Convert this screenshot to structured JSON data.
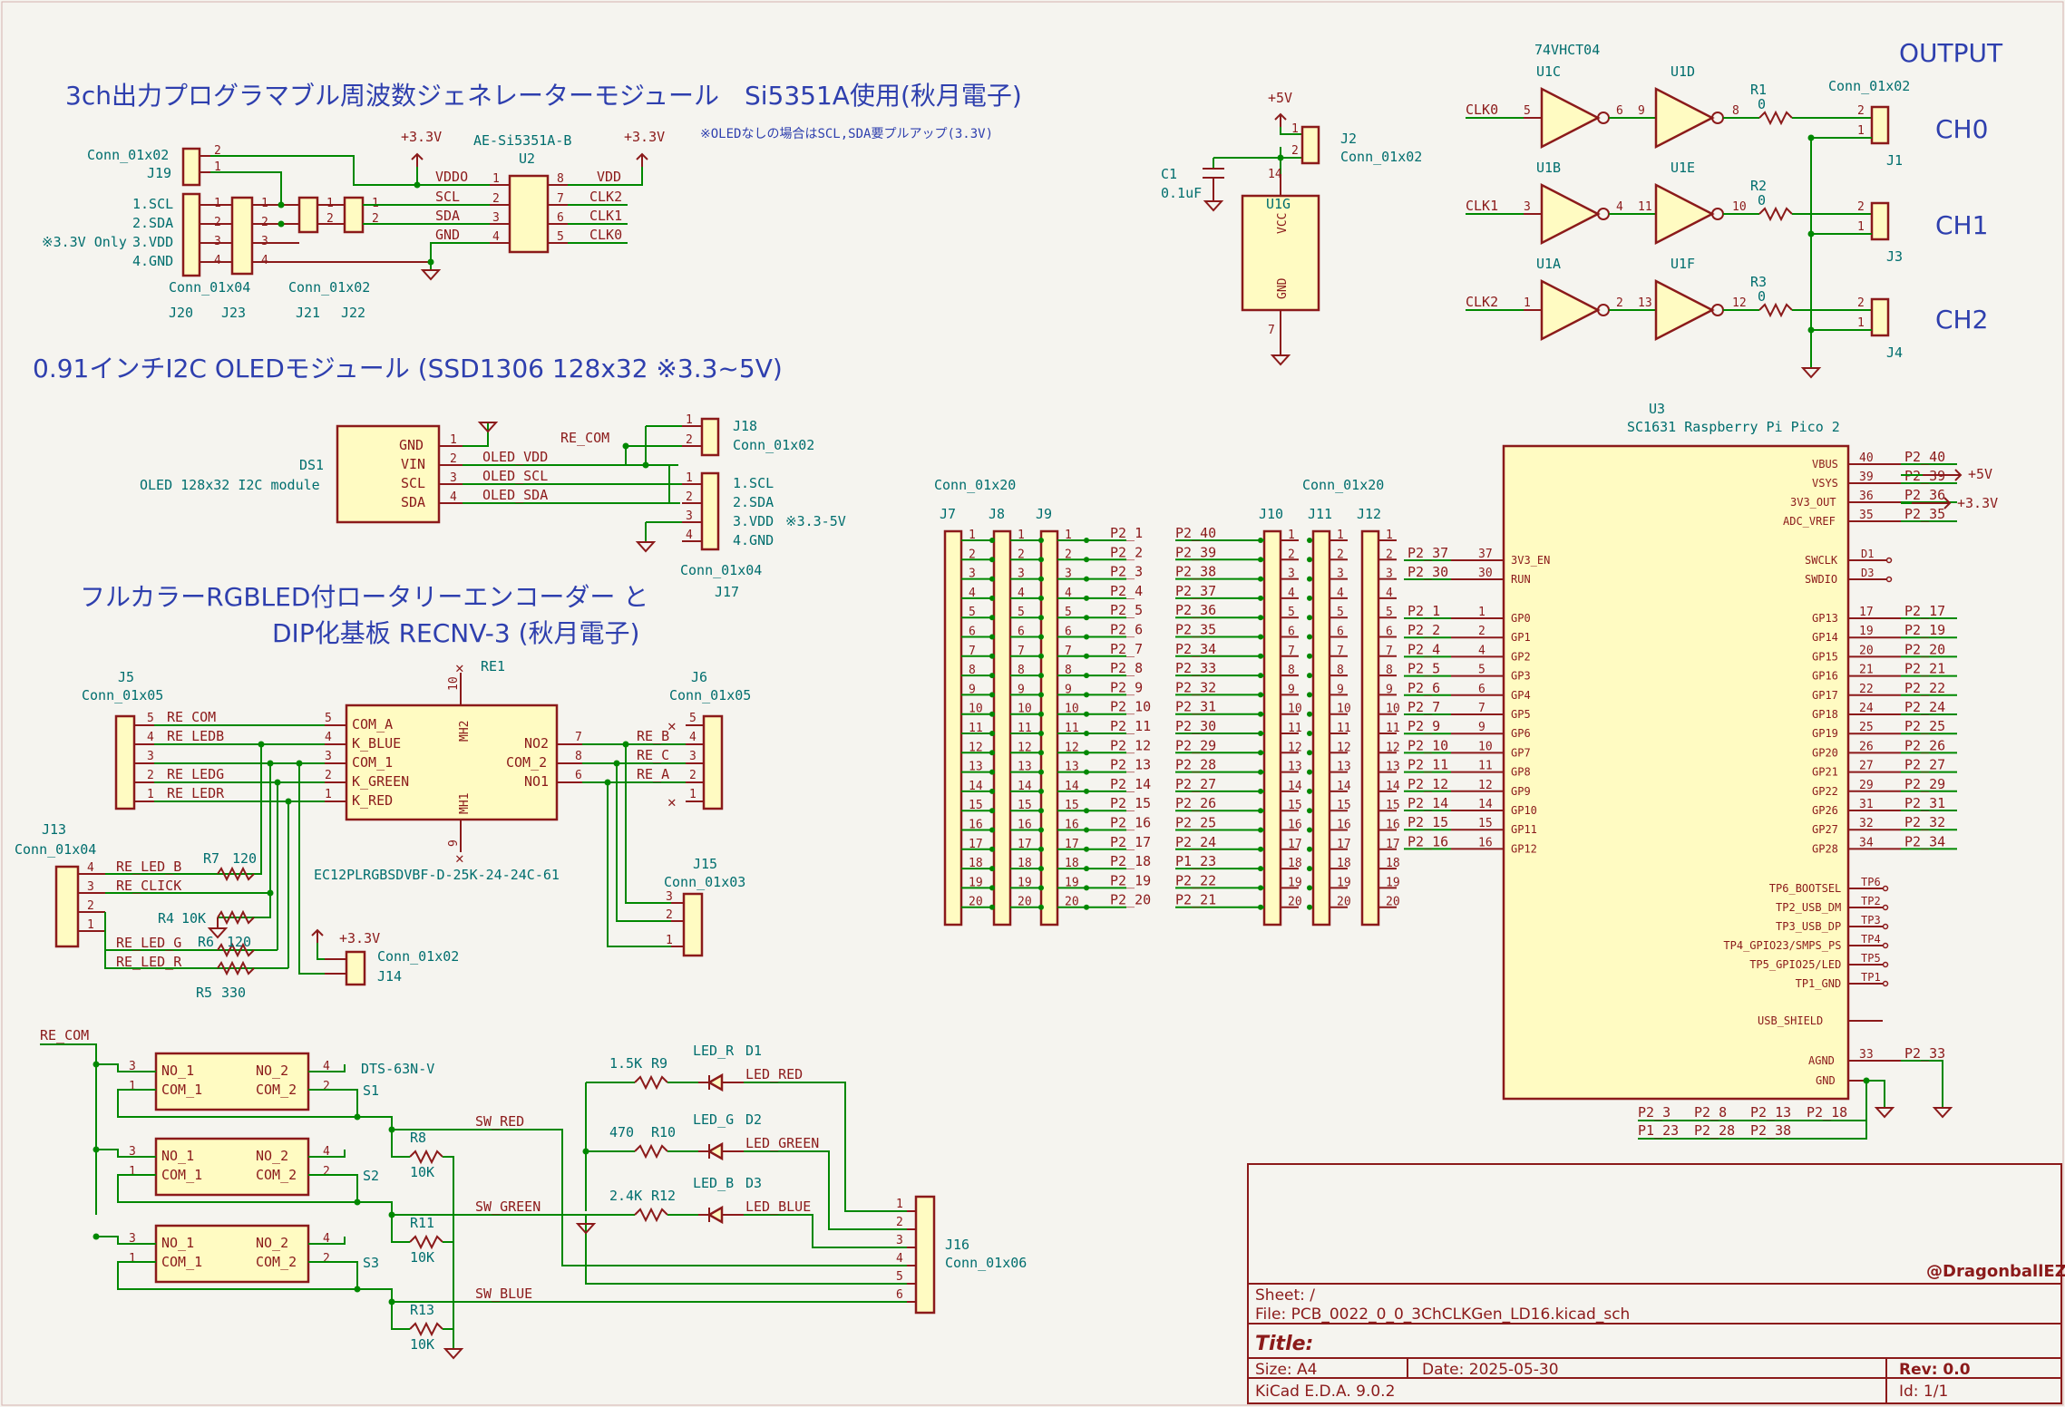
{
  "titles": {
    "clkgen": "3ch出力プログラマブル周波数ジェネレーターモジュール　Si5351A使用(秋月電子)",
    "oled": "0.91インチI2C OLEDモジュール (SSD1306 128x32 ※3.3~5V)",
    "encoder_line1": "フルカラーRGBLED付ロータリーエンコーダー と",
    "encoder_line2": "DIP化基板 RECNV-3 (秋月電子)",
    "output": "OUTPUT",
    "ch0": "CH0",
    "ch1": "CH1",
    "ch2": "CH2",
    "oled_note": "※OLEDなしの場合はSCL,SDA要プルアップ(3.3V)"
  },
  "clkgen": {
    "j19_value": "Conn_01x02",
    "j19_ref": "J19",
    "j20_labels": [
      "1.SCL",
      "2.SDA",
      "3.VDD",
      "4.GND"
    ],
    "j20_note": "※3.3V Only",
    "j20_value": "Conn_01x04",
    "j20_ref": "J20",
    "j23_ref": "J23",
    "j21_value": "Conn_01x02",
    "j21_ref": "J21",
    "j22_ref": "J22",
    "u2_value": "AE-Si5351A-B",
    "u2_ref": "U2",
    "u2_left": [
      "VDDO",
      "SCL",
      "SDA",
      "GND"
    ],
    "u2_right": [
      "VDD",
      "CLK2",
      "CLK1",
      "CLK0"
    ],
    "pwr": "+3.3V"
  },
  "oled": {
    "ref": "DS1",
    "value": "OLED 128x32 I2C module",
    "pins": [
      "GND",
      "VIN",
      "SCL",
      "SDA"
    ],
    "nets": [
      "RE_COM",
      "OLED_VDD",
      "OLED_SCL",
      "OLED_SDA"
    ],
    "j18_value": "Conn_01x02",
    "j18_ref": "J18",
    "j17_labels": [
      "1.SCL",
      "2.SDA",
      "3.VDD",
      "4.GND"
    ],
    "j17_note": "※3.3-5V",
    "j17_value": "Conn_01x04",
    "j17_ref": "J17"
  },
  "power": {
    "c1_ref": "C1",
    "c1_value": "0.1uF",
    "pwr_5v": "+5V",
    "j2_ref": "J2",
    "j2_value": "Conn_01x02",
    "u1g_ref": "U1G",
    "u1g_vcc": "VCC",
    "u1g_gnd": "GND"
  },
  "output": {
    "part": "74VHCT04",
    "gates": [
      {
        "a": "U1C",
        "b": "U1D",
        "in": "CLK0",
        "p1": "5",
        "p2": "6",
        "p3": "9",
        "p4": "8",
        "r": "R1",
        "rv": "0",
        "j": "J1"
      },
      {
        "a": "U1B",
        "b": "U1E",
        "in": "CLK1",
        "p1": "3",
        "p2": "4",
        "p3": "11",
        "p4": "10",
        "r": "R2",
        "rv": "0",
        "j": "J3"
      },
      {
        "a": "U1A",
        "b": "U1F",
        "in": "CLK2",
        "p1": "1",
        "p2": "2",
        "p3": "13",
        "p4": "12",
        "r": "R3",
        "rv": "0",
        "j": "J4"
      }
    ],
    "conn_value": "Conn_01x02"
  },
  "encoder": {
    "j5_value": "Conn_01x05",
    "j5_ref": "J5",
    "j5_nets": [
      "RE_COM",
      "RE_LEDB",
      "",
      "RE_LEDG",
      "RE_LEDR"
    ],
    "j5_pins": [
      "5",
      "4",
      "3",
      "2",
      "1"
    ],
    "re1_ref": "RE1",
    "re1_value": "EC12PLRGBSDVBF-D-25K-24-24C-61",
    "re1_left": [
      "COM_A",
      "K_BLUE",
      "COM_1",
      "K_GREEN",
      "K_RED"
    ],
    "re1_right": [
      "NO2",
      "COM_2",
      "NO1"
    ],
    "re1_mh": [
      "MH2",
      "MH1"
    ],
    "j6_value": "Conn_01x05",
    "j6_ref": "J6",
    "j6_nets": [
      "RE_B",
      "RE_C",
      "RE_A"
    ],
    "j13_ref": "J13",
    "j13_value": "Conn_01x04",
    "j13_nets": [
      "RE_LED_B",
      "RE_CLICK",
      "RE_LED_G",
      "RE_LED_R"
    ],
    "r7": "R7",
    "r7v": "120",
    "r4": "R4",
    "r4v": "10K",
    "r6": "R6",
    "r6v": "120",
    "r5": "R5",
    "r5v": "330",
    "j14_ref": "J14",
    "j14_value": "Conn_01x02",
    "j15_ref": "J15",
    "j15_value": "Conn_01x03",
    "pwr": "+3.3V"
  },
  "switches": {
    "re_com": "RE_COM",
    "sw_value": "DTS-63N-V",
    "refs": [
      "S1",
      "S2",
      "S3"
    ],
    "labels": [
      "NO_1",
      "NO_2",
      "COM_1",
      "COM_2"
    ],
    "nets": [
      "SW_RED",
      "SW_GREEN",
      "SW_BLUE"
    ],
    "resistors": [
      {
        "ref": "R8",
        "v": "10K"
      },
      {
        "ref": "R11",
        "v": "10K"
      },
      {
        "ref": "R13",
        "v": "10K"
      }
    ],
    "leds": [
      {
        "rv": "1.5K",
        "r": "R9",
        "name": "LED_R",
        "d": "D1",
        "net": "LED_RED"
      },
      {
        "rv": "470",
        "r": "R10",
        "name": "LED_G",
        "d": "D2",
        "net": "LED_GREEN"
      },
      {
        "rv": "2.4K",
        "r": "R12",
        "name": "LED_B",
        "d": "D3",
        "net": "LED_BLUE"
      }
    ],
    "j16_ref": "J16",
    "j16_value": "Conn_01x06"
  },
  "headers": {
    "left_value": "Conn_01x20",
    "right_value": "Conn_01x20",
    "left_refs": [
      "J7",
      "J8",
      "J9"
    ],
    "right_refs": [
      "J10",
      "J11",
      "J12"
    ],
    "left_nets": [
      "P2_1",
      "P2_2",
      "P2_3",
      "P2_4",
      "P2_5",
      "P2_6",
      "P2_7",
      "P2_8",
      "P2_9",
      "P2_10",
      "P2_11",
      "P2_12",
      "P2_13",
      "P2_14",
      "P2_15",
      "P2_16",
      "P2_17",
      "P2_18",
      "P2_19",
      "P2_20"
    ],
    "right_nets": [
      "P2_40",
      "P2_39",
      "P2_38",
      "P2_37",
      "P2_36",
      "P2_35",
      "P2_34",
      "P2_33",
      "P2_32",
      "P2_31",
      "P2_30",
      "P2_29",
      "P2_28",
      "P2_27",
      "P2_26",
      "P2_25",
      "P2_24",
      "P1_23",
      "P2_22",
      "P2_21"
    ]
  },
  "pico": {
    "ref": "U3",
    "value": "SC1631  Raspberry Pi Pico 2",
    "right_top": [
      {
        "name": "VBUS",
        "pin": "40",
        "net": "P2_40"
      },
      {
        "name": "VSYS",
        "pin": "39",
        "net": "P2_39"
      },
      {
        "name": "3V3_OUT",
        "pin": "36",
        "net": "P2_36"
      },
      {
        "name": "ADC_VREF",
        "pin": "35",
        "net": "P2_35"
      }
    ],
    "pwr_5v": "+5V",
    "pwr_33": "+3.3V",
    "swd": [
      {
        "name": "SWCLK",
        "pin": "D1"
      },
      {
        "name": "SWDIO",
        "pin": "D3"
      }
    ],
    "left_top": [
      {
        "name": "3V3_EN",
        "pin": "37",
        "net": "P2_37"
      },
      {
        "name": "RUN",
        "pin": "30",
        "net": "P2_30"
      }
    ],
    "left_gp": [
      {
        "name": "GP0",
        "pin": "1",
        "net": "P2_1"
      },
      {
        "name": "GP1",
        "pin": "2",
        "net": "P2_2"
      },
      {
        "name": "GP2",
        "pin": "4",
        "net": "P2_4"
      },
      {
        "name": "GP3",
        "pin": "5",
        "net": "P2_5"
      },
      {
        "name": "GP4",
        "pin": "6",
        "net": "P2_6"
      },
      {
        "name": "GP5",
        "pin": "7",
        "net": "P2_7"
      },
      {
        "name": "GP6",
        "pin": "9",
        "net": "P2_9"
      },
      {
        "name": "GP7",
        "pin": "10",
        "net": "P2_10"
      },
      {
        "name": "GP8",
        "pin": "11",
        "net": "P2_11"
      },
      {
        "name": "GP9",
        "pin": "12",
        "net": "P2_12"
      },
      {
        "name": "GP10",
        "pin": "14",
        "net": "P2_14"
      },
      {
        "name": "GP11",
        "pin": "15",
        "net": "P2_15"
      },
      {
        "name": "GP12",
        "pin": "16",
        "net": "P2_16"
      }
    ],
    "right_gp": [
      {
        "name": "GP13",
        "pin": "17",
        "net": "P2_17"
      },
      {
        "name": "GP14",
        "pin": "19",
        "net": "P2_19"
      },
      {
        "name": "GP15",
        "pin": "20",
        "net": "P2_20"
      },
      {
        "name": "GP16",
        "pin": "21",
        "net": "P2_21"
      },
      {
        "name": "GP17",
        "pin": "22",
        "net": "P2_22"
      },
      {
        "name": "GP18",
        "pin": "24",
        "net": "P2_24"
      },
      {
        "name": "GP19",
        "pin": "25",
        "net": "P2_25"
      },
      {
        "name": "GP20",
        "pin": "26",
        "net": "P2_26"
      },
      {
        "name": "GP21",
        "pin": "27",
        "net": "P2_27"
      },
      {
        "name": "GP22",
        "pin": "29",
        "net": "P2_29"
      },
      {
        "name": "GP26",
        "pin": "31",
        "net": "P2_31"
      },
      {
        "name": "GP27",
        "pin": "32",
        "net": "P2_32"
      },
      {
        "name": "GP28",
        "pin": "34",
        "net": "P2_34"
      }
    ],
    "tps": [
      {
        "name": "TP6_BOOTSEL",
        "pin": "TP6"
      },
      {
        "name": "TP2_USB_DM",
        "pin": "TP2"
      },
      {
        "name": "TP3_USB_DP",
        "pin": "TP3"
      },
      {
        "name": "TP4_GPIO23/SMPS_PS",
        "pin": "TP4"
      },
      {
        "name": "TP5_GPIO25/LED",
        "pin": "TP5"
      },
      {
        "name": "TP1_GND",
        "pin": "TP1"
      }
    ],
    "usb_shield": "USB_SHIELD",
    "agnd": "AGND",
    "agnd_pin": "33",
    "agnd_net": "P2_33",
    "gnd": "GND",
    "gnd_nets_row1": [
      "P2_3",
      "P2_8",
      "P2_13",
      "P2_18"
    ],
    "gnd_nets_row2": [
      "P1_23",
      "P2_28",
      "P2_38"
    ]
  },
  "title_block": {
    "credit": "@DragonballEZ",
    "sheet": "Sheet: /",
    "file": "File: PCB_0022_0_0_3ChCLKGen_LD16.kicad_sch",
    "title_label": "Title:",
    "size": "Size: A4",
    "date": "Date: 2025-05-30",
    "rev": "Rev: 0.0",
    "tool": "KiCad E.D.A. 9.0.2",
    "id": "Id: 1/1"
  }
}
